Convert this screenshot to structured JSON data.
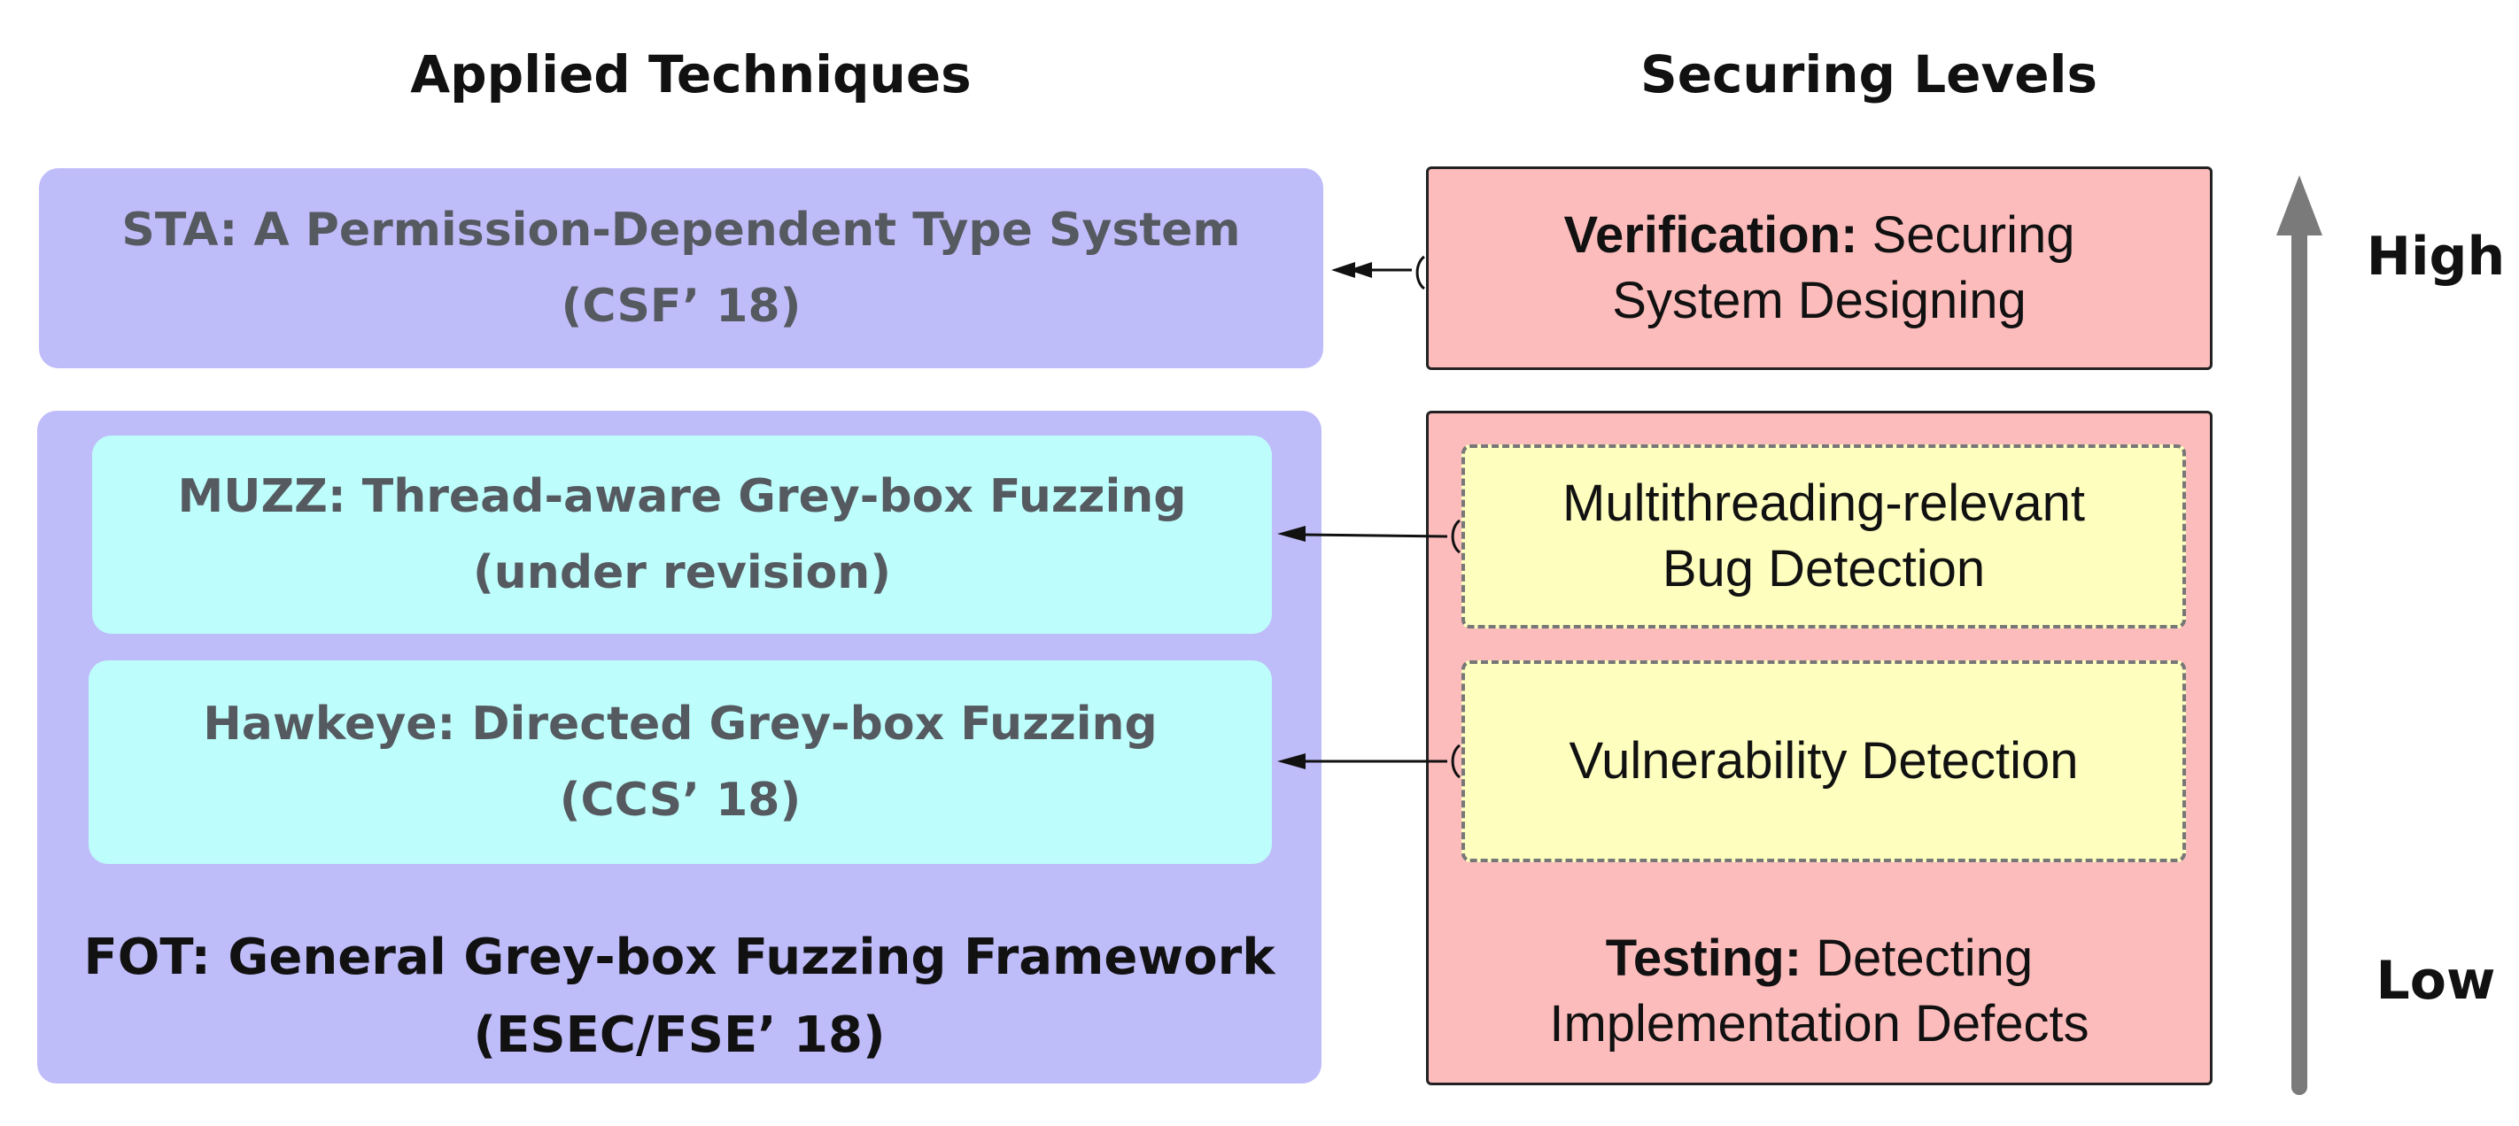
{
  "headings": {
    "applied_techniques": "Applied Techniques",
    "securing_levels": "Securing Levels"
  },
  "techniques": {
    "sta": {
      "line1": "STA: A Permission-Dependent Type System",
      "line2": "(CSF’ 18)"
    },
    "muzz": {
      "line1": "MUZZ: Thread-aware Grey-box Fuzzing",
      "line2": "(under revision)"
    },
    "hawkeye": {
      "line1": "Hawkeye: Directed Grey-box Fuzzing",
      "line2": "(CCS’ 18)"
    },
    "fot": {
      "line1": "FOT: General Grey-box Fuzzing Framework",
      "line2": "(ESEC/FSE’ 18)"
    }
  },
  "levels": {
    "verification": {
      "label": "Verification:",
      "line1_rest": " Securing",
      "line2": "System Designing"
    },
    "multithreading": {
      "line1": "Multithreading-relevant",
      "line2": "Bug Detection"
    },
    "vulnerability": {
      "line1": "Vulnerability Detection"
    },
    "testing": {
      "label": "Testing:",
      "line1_rest": " Detecting",
      "line2": "Implementation Defects"
    }
  },
  "scale": {
    "high": "High",
    "low": "Low"
  },
  "colors": {
    "technique_outer": "#bfbcfa",
    "technique_inner": "#bdfdfb",
    "level_outer": "#fdbcbc",
    "level_inner": "#fefebf",
    "scale_arrow": "#7a7a7a"
  },
  "icons": {
    "connector": "arrow-left-icon",
    "double_connector": "double-arrow-left-icon",
    "scale": "arrow-up-icon"
  }
}
